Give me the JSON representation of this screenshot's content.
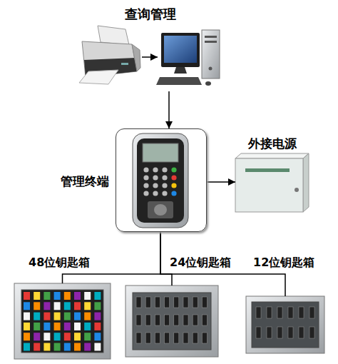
{
  "diagram": {
    "nodes": [
      {
        "text": [
          "查询管理"
        ]
      },
      {
        "text": [
          "管理终端"
        ]
      },
      {
        "text": [
          "外接电源"
        ]
      },
      {
        "text": [
          "48位钥匙箱"
        ]
      },
      {
        "text": [
          "24位钥匙箱"
        ]
      },
      {
        "text": [
          "12位钥匙箱"
        ]
      }
    ],
    "edges": [
      {
        "from": 0,
        "to": 1,
        "arrow": "to"
      },
      {
        "from": 1,
        "to": 2,
        "arrow": "to"
      },
      {
        "from": 1,
        "to": 3,
        "arrow": "none"
      },
      {
        "from": 1,
        "to": 4,
        "arrow": "none"
      },
      {
        "from": 1,
        "to": 5,
        "arrow": "none"
      }
    ]
  }
}
